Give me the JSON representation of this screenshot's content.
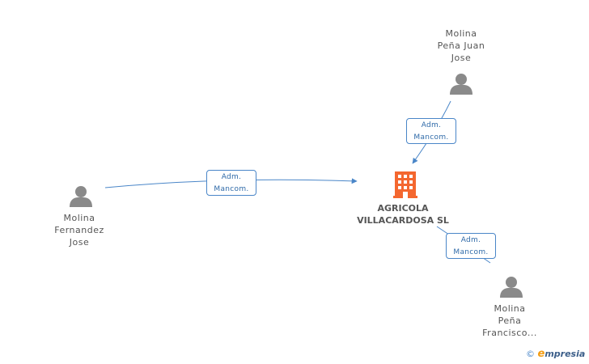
{
  "company": {
    "name_line1": "AGRICOLA",
    "name_line2": "VILLACARDOSA SL",
    "icon": "building-icon",
    "color": "#f4672f"
  },
  "persons": [
    {
      "id": "juan",
      "lines": [
        "Molina",
        "Peña Juan",
        "Jose"
      ],
      "icon": "person-icon"
    },
    {
      "id": "fernandez",
      "lines": [
        "Molina",
        "Fernandez",
        "Jose"
      ],
      "icon": "person-icon"
    },
    {
      "id": "francisco",
      "lines": [
        "Molina",
        "Peña",
        "Francisco..."
      ],
      "icon": "person-icon"
    }
  ],
  "edges": [
    {
      "from": "juan",
      "to": "company",
      "label_line1": "Adm.",
      "label_line2": "Mancom."
    },
    {
      "from": "fernandez",
      "to": "company",
      "label_line1": "Adm.",
      "label_line2": "Mancom."
    },
    {
      "from": "francisco",
      "to": "company",
      "label_line1": "Adm.",
      "label_line2": "Mancom."
    }
  ],
  "colors": {
    "edge": "#4a86c8",
    "person": "#8a8a8a"
  },
  "watermark": {
    "symbol": "©",
    "e": "e",
    "rest": "mpresia"
  }
}
